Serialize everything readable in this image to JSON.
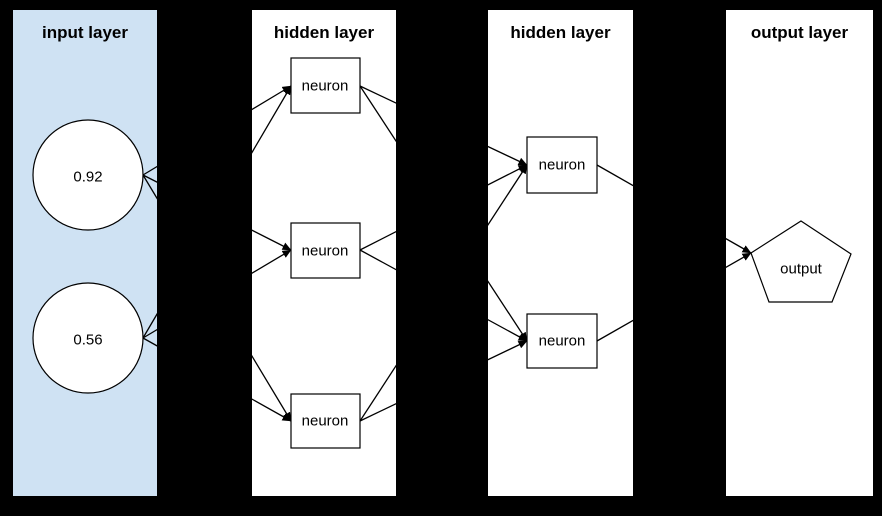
{
  "colors": {
    "background": "#000000",
    "panel_bg": "#ffffff",
    "input_panel_bg": "#cfe2f3",
    "stroke": "#000000",
    "text": "#000000"
  },
  "layers": [
    {
      "id": "input",
      "title": "input layer",
      "nodes": [
        {
          "id": "in1",
          "label": "0.92",
          "shape": "circle"
        },
        {
          "id": "in2",
          "label": "0.56",
          "shape": "circle"
        }
      ]
    },
    {
      "id": "hidden1",
      "title": "hidden layer",
      "nodes": [
        {
          "id": "h1a",
          "label": "neuron",
          "shape": "rect"
        },
        {
          "id": "h1b",
          "label": "neuron",
          "shape": "rect"
        },
        {
          "id": "h1c",
          "label": "neuron",
          "shape": "rect"
        }
      ]
    },
    {
      "id": "hidden2",
      "title": "hidden layer",
      "nodes": [
        {
          "id": "h2a",
          "label": "neuron",
          "shape": "rect"
        },
        {
          "id": "h2b",
          "label": "neuron",
          "shape": "rect"
        }
      ]
    },
    {
      "id": "output",
      "title": "output layer",
      "nodes": [
        {
          "id": "out",
          "label": "output",
          "shape": "pentagon"
        }
      ]
    }
  ],
  "edges": [
    {
      "from": "in1",
      "to": "h1a"
    },
    {
      "from": "in1",
      "to": "h1b"
    },
    {
      "from": "in1",
      "to": "h1c"
    },
    {
      "from": "in2",
      "to": "h1a"
    },
    {
      "from": "in2",
      "to": "h1b"
    },
    {
      "from": "in2",
      "to": "h1c"
    },
    {
      "from": "h1a",
      "to": "h2a"
    },
    {
      "from": "h1a",
      "to": "h2b"
    },
    {
      "from": "h1b",
      "to": "h2a"
    },
    {
      "from": "h1b",
      "to": "h2b"
    },
    {
      "from": "h1c",
      "to": "h2a"
    },
    {
      "from": "h1c",
      "to": "h2b"
    },
    {
      "from": "h2a",
      "to": "out"
    },
    {
      "from": "h2b",
      "to": "out"
    }
  ]
}
